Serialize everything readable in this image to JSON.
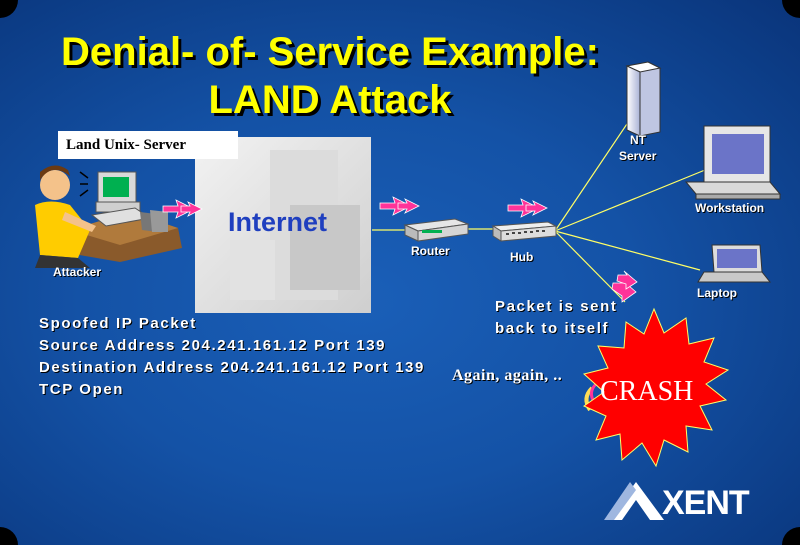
{
  "title": {
    "line1": "Denial- of- Service Example:",
    "line2": "LAND Attack"
  },
  "server_label": "Land Unix- Server",
  "internet_label": "Internet",
  "devices": {
    "attacker": "Attacker",
    "router": "Router",
    "hub": "Hub",
    "nt_server": {
      "line1": "NT",
      "line2": "Server"
    },
    "workstation": "Workstation",
    "laptop": "Laptop"
  },
  "packet_info": {
    "line1": "Spoofed IP Packet",
    "line2": "Source Address 204.241.161.12 Port 139",
    "line3": "Destination Address 204.241.161.12 Port 139",
    "line4": "TCP Open"
  },
  "packet_sent": {
    "line1": "Packet is sent",
    "line2": "back to itself"
  },
  "again_text": "Again, again, ..",
  "crash_text": "CRASH",
  "logo_text": "XENT",
  "colors": {
    "title": "#ffff00",
    "background": "#1452a6",
    "crash": "#ff0000",
    "arrow": "#ff3399"
  }
}
